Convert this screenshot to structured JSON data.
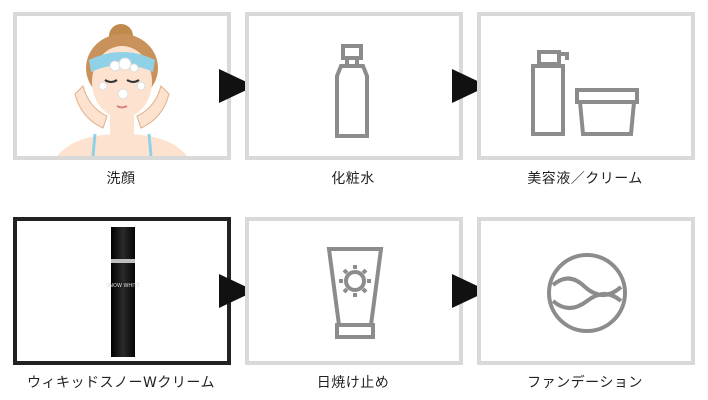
{
  "steps": [
    {
      "label": "洗顔",
      "icon": "face-wash-illustration"
    },
    {
      "label": "化粧水",
      "icon": "toner-bottle-icon"
    },
    {
      "label": "美容液／クリーム",
      "icon": "serum-cream-jar-icon"
    },
    {
      "label": "ウィキッドスノーWクリーム",
      "icon": "product-bottle-photo",
      "product_text": "SNOW WHITE"
    },
    {
      "label": "日焼け止め",
      "icon": "sunscreen-tube-icon"
    },
    {
      "label": "ファンデーション",
      "icon": "foundation-compact-icon"
    }
  ],
  "colors": {
    "icon_gray": "#8c8c8c",
    "box_border": "#d9d9d9",
    "highlight_border": "#222222",
    "arrow": "#111111"
  }
}
